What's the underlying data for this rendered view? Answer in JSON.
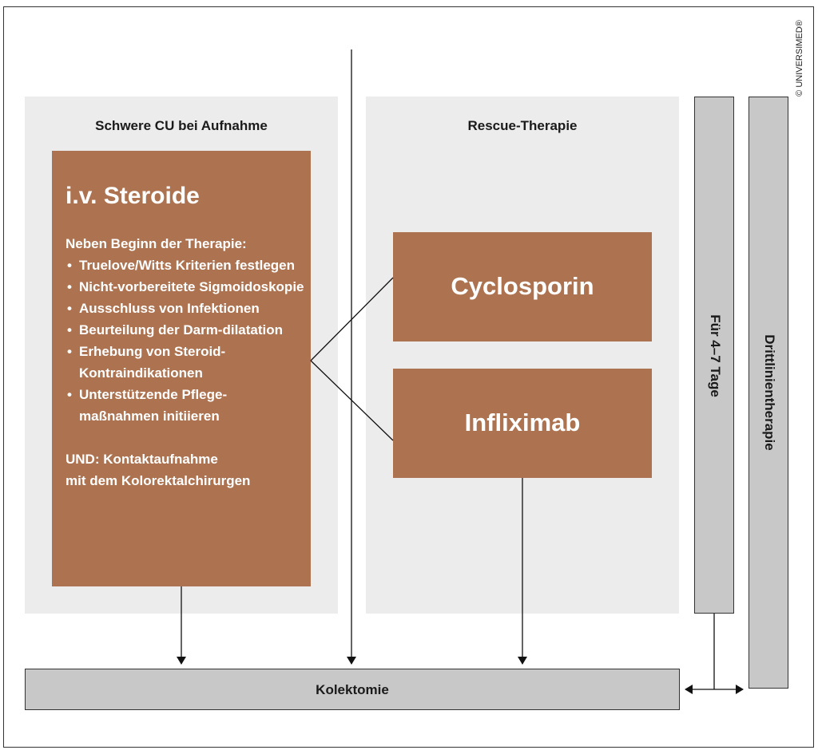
{
  "copyright": "© UNIVERSIMED®",
  "left_panel": {
    "title": "Schwere CU bei Aufnahme",
    "box_title": "i.v. Steroide",
    "intro": "Neben Beginn der Therapie:",
    "items": [
      "Truelove/Witts Kriterien festlegen",
      "Nicht-vorbereitete Sigmoidoskopie",
      "Ausschluss von Infektionen",
      "Beurteilung der Darm-dilatation",
      "Erhebung von Steroid-Kontraindikationen",
      "Unterstützende Pflege-maßnahmen initiieren"
    ],
    "footer_line1": "UND: Kontaktaufnahme",
    "footer_line2": "mit dem Kolorektalchirurgen"
  },
  "rescue_panel": {
    "title": "Rescue-Therapie",
    "option1": "Cyclosporin",
    "option2": "Infliximab"
  },
  "duration_label": "Für 4–7 Tage",
  "third_line_label": "Drittlinientherapie",
  "bottom_bar": "Kolektomie",
  "colors": {
    "treatment_box": "#ad7350",
    "panel_background": "#ececec",
    "bar_background": "#c8c8c8"
  }
}
